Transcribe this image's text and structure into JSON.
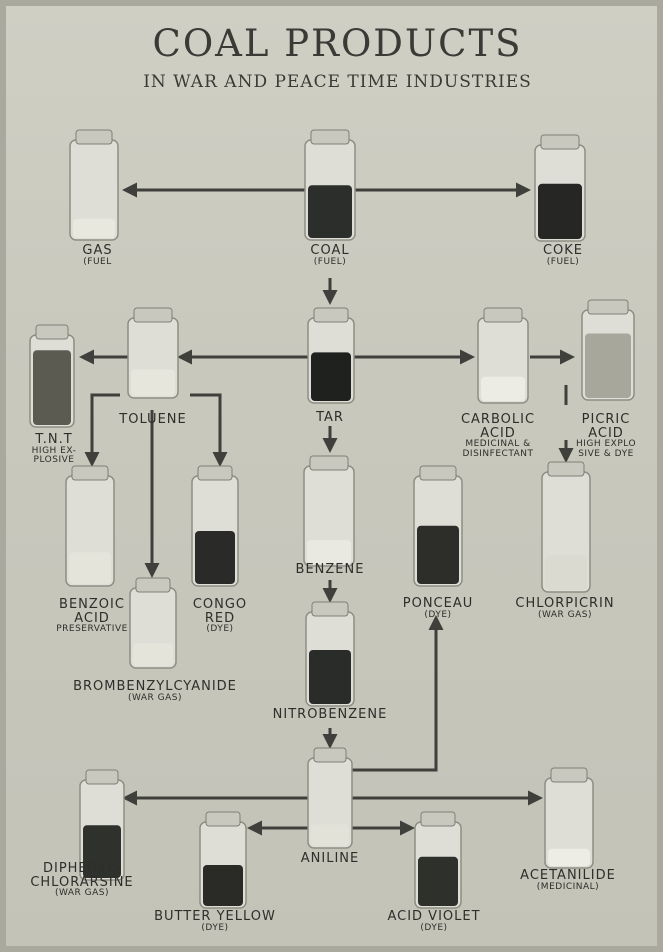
{
  "title": "COAL PRODUCTS",
  "subtitle": "IN WAR AND PEACE TIME INDUSTRIES",
  "nodes": {
    "gas": {
      "name": "GAS",
      "sub": "(FUEL"
    },
    "coal": {
      "name": "COAL",
      "sub": "(FUEL)"
    },
    "coke": {
      "name": "COKE",
      "sub": "(FUEL)"
    },
    "tnt": {
      "name": "T.N.T",
      "sub1": "HIGH EX-",
      "sub2": "PLOSIVE"
    },
    "toluene": {
      "name": "TOLUENE"
    },
    "tar": {
      "name": "TAR"
    },
    "carbolic": {
      "name1": "CARBOLIC",
      "name2": "ACID",
      "sub1": "MEDICINAL &",
      "sub2": "DISINFECTANT"
    },
    "picric": {
      "name1": "PICRIC",
      "name2": "ACID",
      "sub1": "HIGH EXPLO",
      "sub2": "SIVE & DYE"
    },
    "benzoic": {
      "name1": "BENZOIC",
      "name2": "ACID",
      "sub": "PRESERVATIVE"
    },
    "congo": {
      "name1": "CONGO",
      "name2": "RED",
      "sub": "(DYE)"
    },
    "benzene": {
      "name": "BENZENE"
    },
    "ponceau": {
      "name": "PONCEAU",
      "sub": "(DYE)"
    },
    "chlorpicrin": {
      "name": "CHLORPICRIN",
      "sub": "(WAR GAS)"
    },
    "brombenzyl": {
      "name": "BROMBENZYLCYANIDE",
      "sub": "(WAR GAS)"
    },
    "nitrobenzene": {
      "name": "NITROBENZENE"
    },
    "aniline": {
      "name": "ANILINE"
    },
    "diphenyl": {
      "name1": "DIPHENYL-",
      "name2": "CHLORARSINE",
      "sub": "(WAR GAS)"
    },
    "butter": {
      "name": "BUTTER YELLOW",
      "sub": "(DYE)"
    },
    "acidviolet": {
      "name": "ACID VIOLET",
      "sub": "(DYE)"
    },
    "acetanilide": {
      "name": "ACETANILIDE",
      "sub": "(MEDICINAL)"
    }
  },
  "colors": {
    "arrow": "#3f3f3b",
    "text": "#2e2e2b"
  }
}
